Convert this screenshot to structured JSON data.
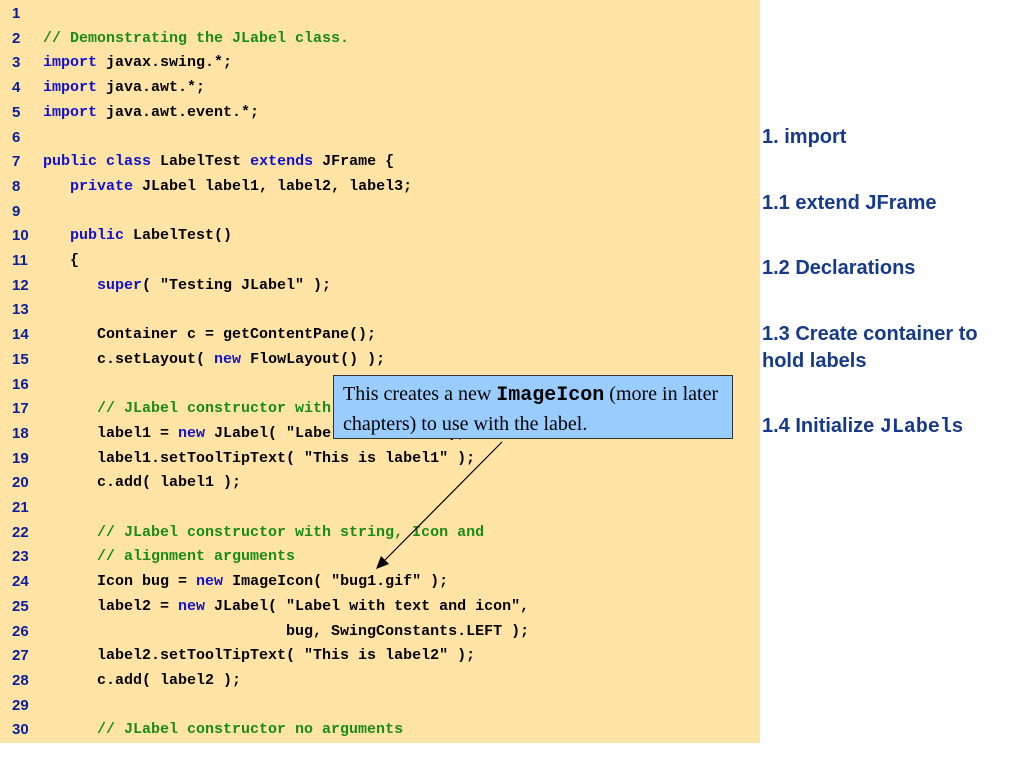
{
  "code_lines": [
    {
      "n": "1",
      "indent": "",
      "tokens": []
    },
    {
      "n": "2",
      "indent": "",
      "tokens": [
        {
          "t": "// Demonstrating the JLabel class.",
          "c": "cm"
        }
      ]
    },
    {
      "n": "3",
      "indent": "",
      "tokens": [
        {
          "t": "import",
          "c": "kw"
        },
        {
          "t": " javax.swing.*;",
          "c": ""
        }
      ]
    },
    {
      "n": "4",
      "indent": "",
      "tokens": [
        {
          "t": "import",
          "c": "kw"
        },
        {
          "t": " java.awt.*;",
          "c": ""
        }
      ]
    },
    {
      "n": "5",
      "indent": "",
      "tokens": [
        {
          "t": "import",
          "c": "kw"
        },
        {
          "t": " java.awt.event.*;",
          "c": ""
        }
      ]
    },
    {
      "n": "6",
      "indent": "",
      "tokens": []
    },
    {
      "n": "7",
      "indent": "",
      "tokens": [
        {
          "t": "public class",
          "c": "kw"
        },
        {
          "t": " LabelTest ",
          "c": ""
        },
        {
          "t": "extends",
          "c": "kw"
        },
        {
          "t": " JFrame {",
          "c": ""
        }
      ]
    },
    {
      "n": "8",
      "indent": "   ",
      "tokens": [
        {
          "t": "private",
          "c": "kw"
        },
        {
          "t": " JLabel label1, label2, label3;",
          "c": ""
        }
      ]
    },
    {
      "n": "9",
      "indent": "",
      "tokens": []
    },
    {
      "n": "10",
      "indent": "   ",
      "tokens": [
        {
          "t": "public",
          "c": "kw"
        },
        {
          "t": " LabelTest()",
          "c": ""
        }
      ]
    },
    {
      "n": "11",
      "indent": "   ",
      "tokens": [
        {
          "t": "{",
          "c": ""
        }
      ]
    },
    {
      "n": "12",
      "indent": "      ",
      "tokens": [
        {
          "t": "super",
          "c": "kw"
        },
        {
          "t": "( \"Testing JLabel\" );",
          "c": ""
        }
      ]
    },
    {
      "n": "13",
      "indent": "",
      "tokens": []
    },
    {
      "n": "14",
      "indent": "      ",
      "tokens": [
        {
          "t": "Container c = getContentPane();",
          "c": ""
        }
      ]
    },
    {
      "n": "15",
      "indent": "      ",
      "tokens": [
        {
          "t": "c.setLayout( ",
          "c": ""
        },
        {
          "t": "new",
          "c": "kw"
        },
        {
          "t": " FlowLayout() );",
          "c": ""
        }
      ]
    },
    {
      "n": "16",
      "indent": "",
      "tokens": []
    },
    {
      "n": "17",
      "indent": "      ",
      "tokens": [
        {
          "t": "// JLabel constructor with a string argument",
          "c": "cm"
        }
      ]
    },
    {
      "n": "18",
      "indent": "      ",
      "tokens": [
        {
          "t": "label1 = ",
          "c": ""
        },
        {
          "t": "new",
          "c": "kw"
        },
        {
          "t": " JLabel( \"Label with text\" );",
          "c": ""
        }
      ]
    },
    {
      "n": "19",
      "indent": "      ",
      "tokens": [
        {
          "t": "label1.setToolTipText( \"This is label1\" );",
          "c": ""
        }
      ]
    },
    {
      "n": "20",
      "indent": "      ",
      "tokens": [
        {
          "t": "c.add( label1 );",
          "c": ""
        }
      ]
    },
    {
      "n": "21",
      "indent": "",
      "tokens": []
    },
    {
      "n": "22",
      "indent": "      ",
      "tokens": [
        {
          "t": "// JLabel constructor with string, Icon and",
          "c": "cm"
        }
      ]
    },
    {
      "n": "23",
      "indent": "      ",
      "tokens": [
        {
          "t": "// alignment arguments",
          "c": "cm"
        }
      ]
    },
    {
      "n": "24",
      "indent": "      ",
      "tokens": [
        {
          "t": "Icon bug = ",
          "c": ""
        },
        {
          "t": "new",
          "c": "kw"
        },
        {
          "t": " ImageIcon( \"bug1.gif\" );",
          "c": ""
        }
      ]
    },
    {
      "n": "25",
      "indent": "      ",
      "tokens": [
        {
          "t": "label2 = ",
          "c": ""
        },
        {
          "t": "new",
          "c": "kw"
        },
        {
          "t": " JLabel( \"Label with text and icon\",",
          "c": ""
        }
      ]
    },
    {
      "n": "26",
      "indent": "                           ",
      "tokens": [
        {
          "t": "bug, SwingConstants.LEFT );",
          "c": ""
        }
      ]
    },
    {
      "n": "27",
      "indent": "      ",
      "tokens": [
        {
          "t": "label2.setToolTipText( \"This is label2\" );",
          "c": ""
        }
      ]
    },
    {
      "n": "28",
      "indent": "      ",
      "tokens": [
        {
          "t": "c.add( label2 );",
          "c": ""
        }
      ]
    },
    {
      "n": "29",
      "indent": "",
      "tokens": []
    },
    {
      "n": "30",
      "indent": "      ",
      "tokens": [
        {
          "t": "// JLabel constructor no arguments",
          "c": "cm"
        }
      ]
    }
  ],
  "callout": {
    "text_before": "This creates a new ",
    "code_word": "ImageIcon",
    "text_after": " (more in later chapters) to use with the label."
  },
  "outline": {
    "item1": "1. import",
    "item2": "1.1 extend JFrame",
    "item3": "1.2 Declarations",
    "item4": "1.3 Create container to hold labels",
    "item5_prefix": "1.4 Initialize ",
    "item5_code": "JLabel",
    "item5_suffix": "s"
  },
  "colors": {
    "code_background": "#ffe4a5",
    "keyword": "#1010d0",
    "comment": "#1a8a1a",
    "line_number": "#0a1f9c",
    "callout_background": "#99ccff",
    "outline_text": "#163a8a"
  }
}
